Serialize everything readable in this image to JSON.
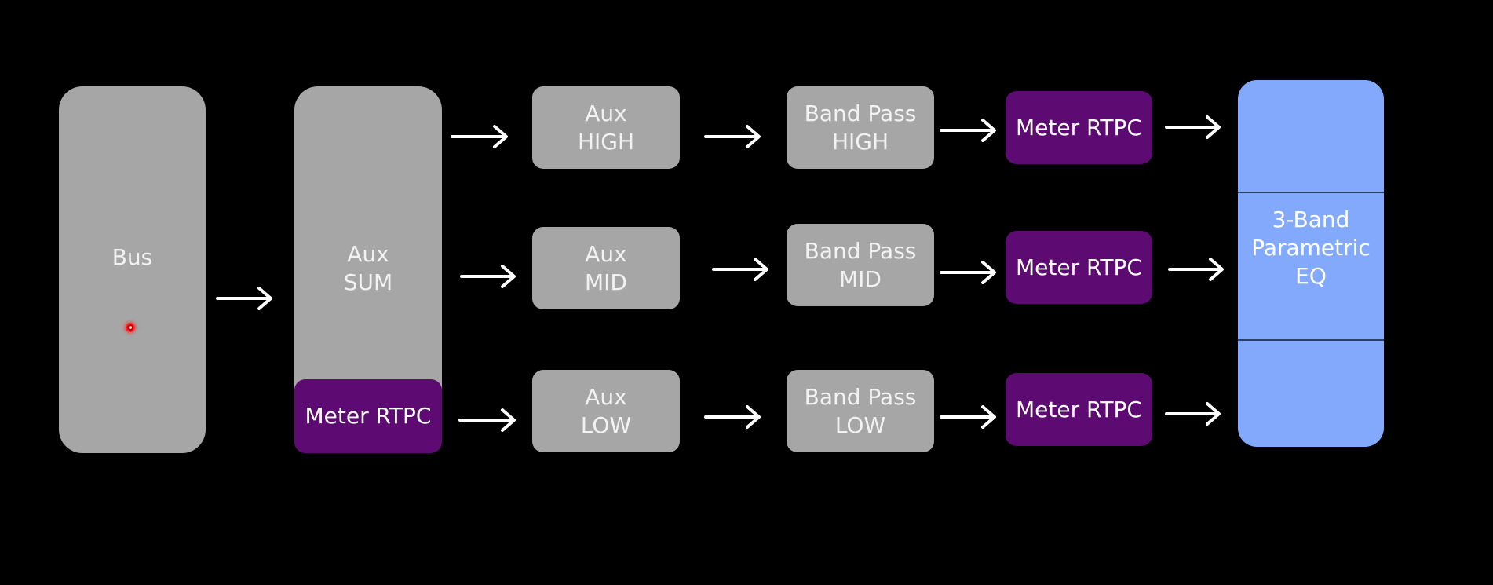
{
  "nodes": {
    "bus": {
      "label": "Bus"
    },
    "aux_sum": {
      "line1": "Aux",
      "line2": "SUM",
      "meter_label": "Meter RTPC"
    },
    "aux_high": {
      "line1": "Aux",
      "line2": "HIGH"
    },
    "aux_mid": {
      "line1": "Aux",
      "line2": "MID"
    },
    "aux_low": {
      "line1": "Aux",
      "line2": "LOW"
    },
    "bp_high": {
      "line1": "Band Pass",
      "line2": "HIGH"
    },
    "bp_mid": {
      "line1": "Band Pass",
      "line2": "MID"
    },
    "bp_low": {
      "line1": "Band Pass",
      "line2": "LOW"
    },
    "meter_high": {
      "label": "Meter RTPC"
    },
    "meter_mid": {
      "label": "Meter RTPC"
    },
    "meter_low": {
      "label": "Meter RTPC"
    },
    "eq": {
      "line1": "3-Band",
      "line2": "Parametric",
      "line3": "EQ"
    }
  },
  "colors": {
    "background": "#000000",
    "grey_box": "#a6a6a6",
    "meter_box": "#5d0a73",
    "eq_box": "#82a9fb",
    "arrow": "#ffffff",
    "cursor": "#ff2a2a"
  }
}
